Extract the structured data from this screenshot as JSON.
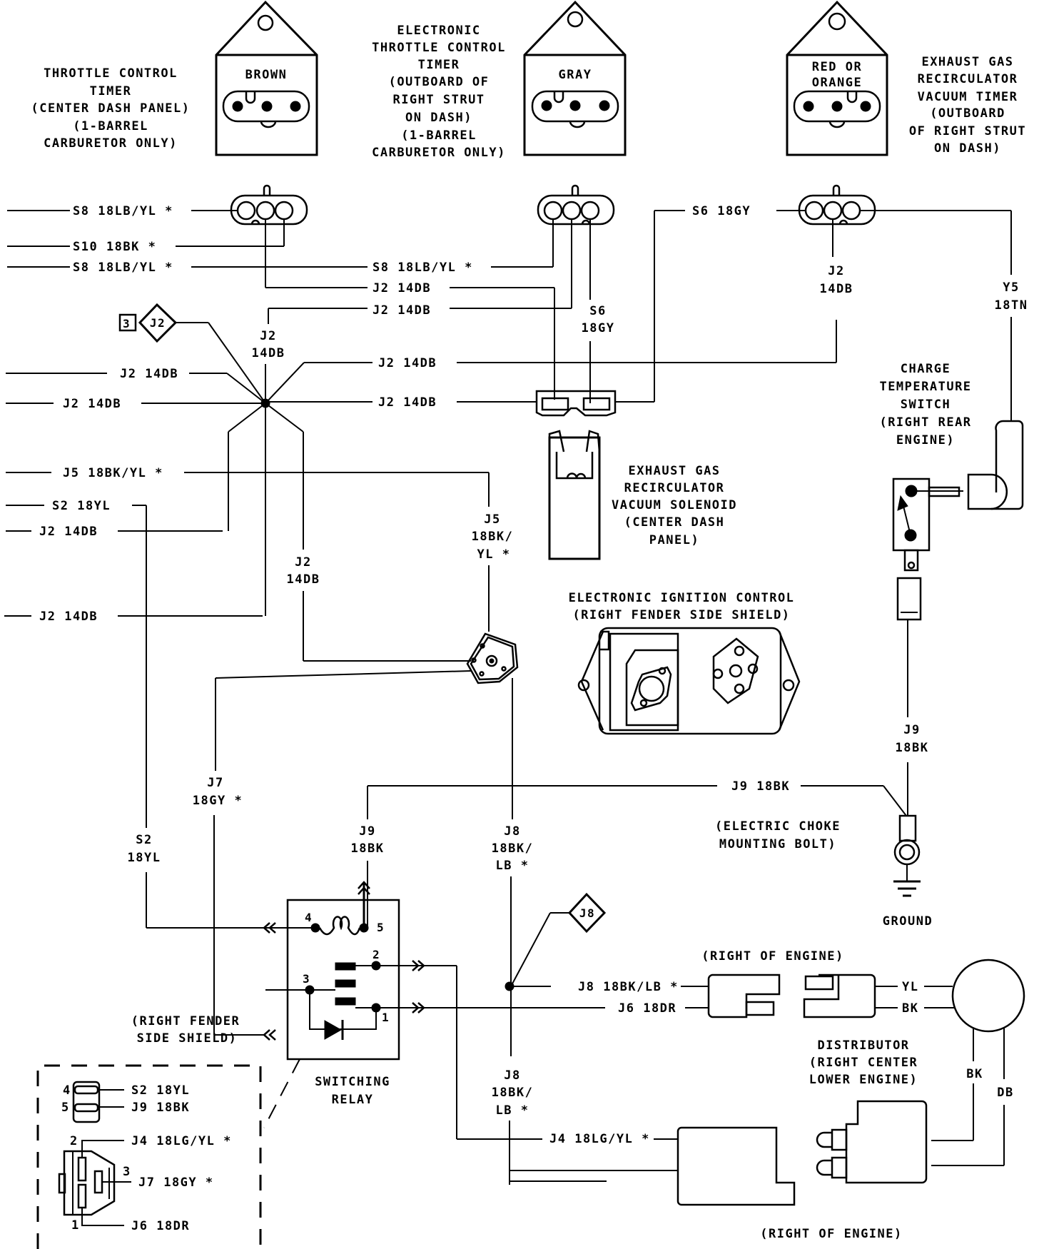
{
  "title": "Electronic Engine Control Wiring Diagram",
  "components": {
    "throttle_timer": {
      "lines": [
        "THROTTLE CONTROL",
        "TIMER",
        "(CENTER DASH PANEL)",
        "(1-BARREL",
        "CARBURETOR ONLY)"
      ],
      "color_label": "BROWN"
    },
    "elec_throttle_timer": {
      "lines": [
        "ELECTRONIC",
        "THROTTLE CONTROL",
        "TIMER",
        "(OUTBOARD OF",
        "RIGHT STRUT",
        "ON DASH)",
        "(1-BARREL",
        "CARBURETOR ONLY)"
      ],
      "color_label": "GRAY"
    },
    "egr_timer": {
      "lines": [
        "EXHAUST GAS",
        "RECIRCULATOR",
        "VACUUM TIMER",
        "(OUTBOARD",
        "OF RIGHT STRUT",
        "ON DASH)"
      ],
      "color_label_lines": [
        "RED OR",
        "ORANGE"
      ]
    },
    "egr_solenoid": {
      "lines": [
        "EXHAUST GAS",
        "RECIRCULATOR",
        "VACUUM SOLENOID",
        "(CENTER DASH",
        "PANEL)"
      ]
    },
    "charge_temp_switch": {
      "lines": [
        "CHARGE",
        "TEMPERATURE",
        "SWITCH",
        "(RIGHT REAR",
        "ENGINE)"
      ]
    },
    "ignition_control": {
      "lines": [
        "ELECTRONIC IGNITION CONTROL",
        "(RIGHT FENDER SIDE SHIELD)"
      ]
    },
    "choke_bolt": {
      "lines": [
        "(ELECTRIC CHOKE",
        "MOUNTING BOLT)"
      ]
    },
    "ground": {
      "label": "GROUND"
    },
    "switching_relay": {
      "lines": [
        "SWITCHING",
        "RELAY"
      ],
      "pins": [
        "4",
        "5",
        "2",
        "3",
        "1"
      ],
      "location_lines": [
        "(RIGHT FENDER",
        "SIDE SHIELD)"
      ]
    },
    "right_of_engine_upper": {
      "label": "(RIGHT OF ENGINE)"
    },
    "right_of_engine_lower": {
      "label": "(RIGHT OF ENGINE)"
    },
    "distributor": {
      "lines": [
        "DISTRIBUTOR",
        "(RIGHT CENTER",
        "LOWER ENGINE)"
      ],
      "wires": [
        "YL",
        "BK",
        "BK",
        "DB"
      ]
    },
    "connector_ref": {
      "page": "3",
      "id": "J2"
    },
    "splice_ref": {
      "id": "J8"
    }
  },
  "wires": {
    "left": [
      "S8 18LB/YL *",
      "S10 18BK *",
      "S8 18LB/YL *",
      "J2 14DB",
      "J2 14DB",
      "J5 18BK/YL *",
      "S2 18YL",
      "J2 14DB",
      "J2 14DB"
    ],
    "center": [
      "S8 18LB/YL *",
      "J2 14DB",
      "J2 14DB",
      "J2 14DB",
      "J2 14DB",
      "S6 18GY"
    ],
    "vertical": {
      "j2_top": [
        "J2",
        "14DB"
      ],
      "s6_mid": [
        "S6",
        "18GY"
      ],
      "j2_right": [
        "J2",
        "14DB"
      ],
      "y5": [
        "Y5",
        "18TN"
      ],
      "j5": [
        "J5",
        "18BK/",
        "YL *"
      ],
      "j2_low": [
        "J2",
        "14DB"
      ],
      "j9_right": [
        "J9",
        "18BK"
      ],
      "j7": [
        "J7",
        "18GY *"
      ],
      "s2": [
        "S2",
        "18YL"
      ],
      "j9_relay": [
        "J9",
        "18BK"
      ],
      "j8_upper": [
        "J8",
        "18BK/",
        "LB *"
      ],
      "j8_lower": [
        "J8",
        "18BK/",
        "LB *"
      ]
    },
    "j9_horizontal": "J9 18BK",
    "j8_horizontal": "J8 18BK/LB *",
    "j6_horizontal": "J6 18DR",
    "j4_horizontal": "J4 18LG/YL *"
  },
  "inset": {
    "connector1": {
      "pins": [
        "4",
        "5"
      ],
      "wires": [
        "S2 18YL",
        "J9 18BK"
      ]
    },
    "connector2": {
      "pins": [
        "2",
        "3",
        "1"
      ],
      "wires": [
        "J4 18LG/YL  *",
        "J7 18GY  *",
        "J6 18DR"
      ]
    }
  }
}
